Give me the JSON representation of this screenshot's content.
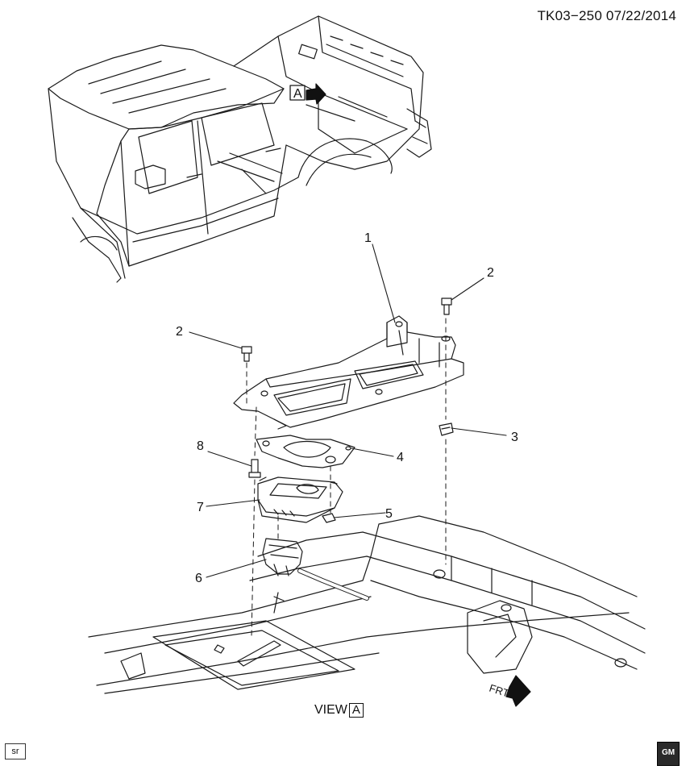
{
  "header": {
    "drawing_id": "TK03−250  07/22/2014"
  },
  "callouts": {
    "c1": "1",
    "c2a": "2",
    "c2b": "2",
    "c3": "3",
    "c4": "4",
    "c5": "5",
    "c6": "6",
    "c7": "7",
    "c8": "8"
  },
  "view_ref": {
    "letter": "A"
  },
  "view_label": {
    "prefix": "VIEW",
    "letter": "A"
  },
  "front_arrow": {
    "label": "FRT"
  },
  "footer": {
    "badge": "sr",
    "logo": "GM"
  }
}
